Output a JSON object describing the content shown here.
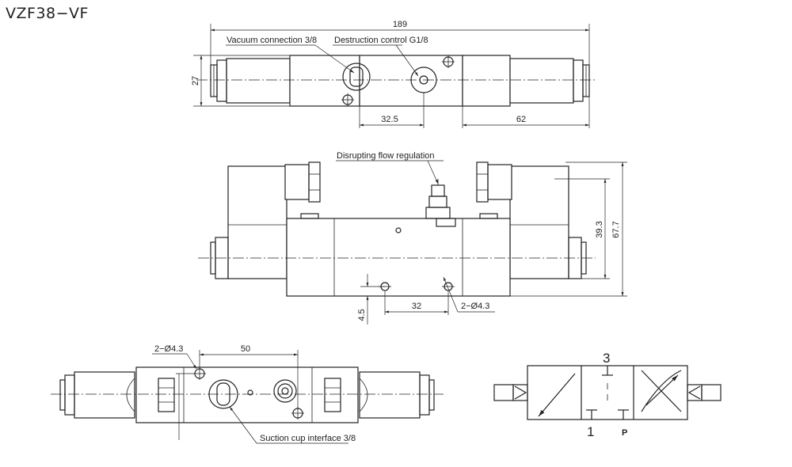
{
  "title": "VZF38−VF",
  "top_view": {
    "dim_overall_length": "189",
    "dim_height": "27",
    "dim_port_spacing": "32.5",
    "dim_coil_length": "62",
    "label_vacuum": "Vacuum connection 3/8",
    "label_destruction": "Destruction control G1/8"
  },
  "front_view": {
    "label_flow": "Disrupting flow regulation",
    "dim_height_inner": "39.3",
    "dim_height_total": "67.7",
    "dim_hole_spacing": "32",
    "dim_offset": "4.5",
    "dim_holes": "2−Ø4.3"
  },
  "bottom_view": {
    "dim_holes": "2−Ø4.3",
    "dim_spacing": "50",
    "label_suction": "Suction cup interface 3/8"
  },
  "symbol": {
    "port_3": "3",
    "port_1": "1",
    "port_p": "P"
  }
}
